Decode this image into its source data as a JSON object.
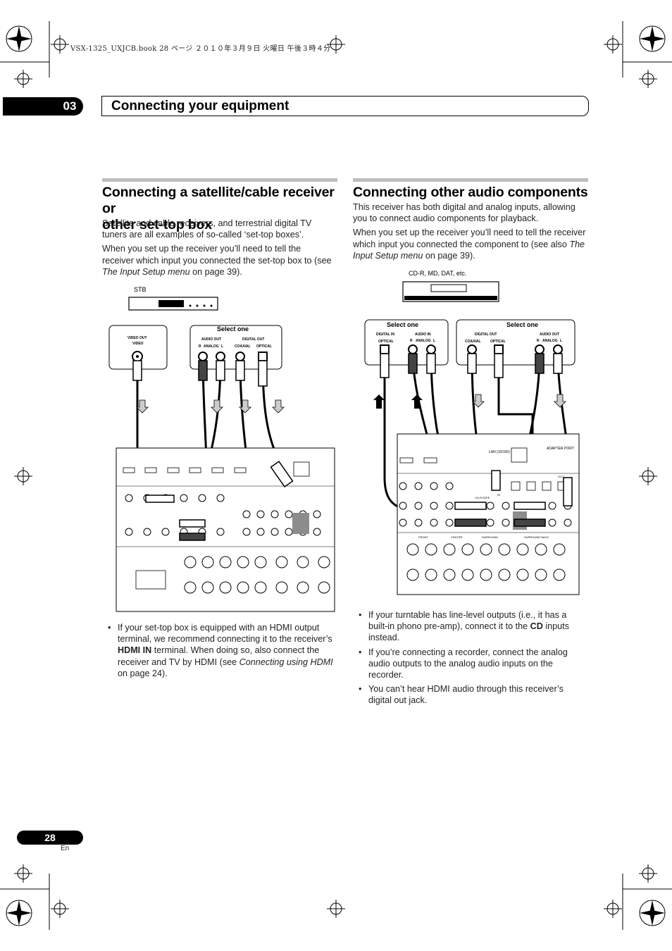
{
  "print_header": "VSX-1325_UXJCB.book  28 ページ  ２０１０年３月９日  火曜日  午後３時４分",
  "chapter": {
    "number": "03",
    "title": "Connecting your equipment"
  },
  "left": {
    "heading_line1": "Connecting a satellite/cable receiver or",
    "heading_line2": "other set-top box",
    "p1": "Satellite and cable receivers, and terrestrial digital TV tuners are all examples of so-called ‘set-top boxes’.",
    "p2_a": "When you set up the receiver you’ll need to tell the receiver which input you connected the set-top box to (see ",
    "p2_ref": "The Input Setup menu",
    "p2_b": " on page 39).",
    "figure": {
      "stb_label": "STB",
      "select_one": "Select one",
      "video_out": "VIDEO OUT",
      "video": "VIDEO",
      "audio_out": "AUDIO OUT",
      "r": "R",
      "analog": "ANALOG",
      "l": "L",
      "digital_out": "DIGITAL OUT",
      "coaxial": "COAXIAL",
      "optical": "OPTICAL"
    },
    "bullet_a": "If your set-top box is equipped with an HDMI output terminal, we recommend connecting it to the receiver’s ",
    "bullet_bold": "HDMI IN",
    "bullet_b": " terminal. When doing so, also connect the receiver and TV by HDMI (see ",
    "bullet_ref": "Connecting using HDMI",
    "bullet_c": " on page 24)."
  },
  "right": {
    "heading": "Connecting other audio components",
    "p1": "This receiver has both digital and analog inputs, allowing you to connect audio components for playback.",
    "p2_a": "When you set up the receiver you’ll need to tell the receiver which input you connected the component to (see also ",
    "p2_ref": "The Input Setup menu",
    "p2_b": " on page 39).",
    "figure": {
      "device_label": "CD-R, MD, DAT, etc.",
      "select_one_1": "Select one",
      "select_one_2": "Select one",
      "digital_in": "DIGITAL IN",
      "audio_in": "AUDIO IN",
      "digital_out": "DIGITAL OUT",
      "audio_out": "AUDIO OUT",
      "optical": "OPTICAL",
      "coaxial": "COAXIAL",
      "analog": "ANALOG",
      "r": "R",
      "l": "L",
      "lan": "LAN (10/100)",
      "adapter_port": "ADAPTER PORT",
      "cd_rtape": "CD-R/TAPE",
      "front": "FRONT",
      "center": "CENTER",
      "surround": "SURROUND",
      "surround_back": "SURROUND BACK",
      "in": "IN",
      "out": "OUT"
    },
    "b1_a": "If your turntable has line-level outputs (i.e., it has a built-in phono pre-amp), connect it to the ",
    "b1_bold": "CD",
    "b1_b": " inputs instead.",
    "b2": "If you’re connecting a recorder, connect the analog audio outputs to the analog audio inputs on the recorder.",
    "b3": "You can’t hear HDMI audio through this receiver’s digital out jack."
  },
  "page": {
    "number": "28",
    "lang": "En"
  }
}
